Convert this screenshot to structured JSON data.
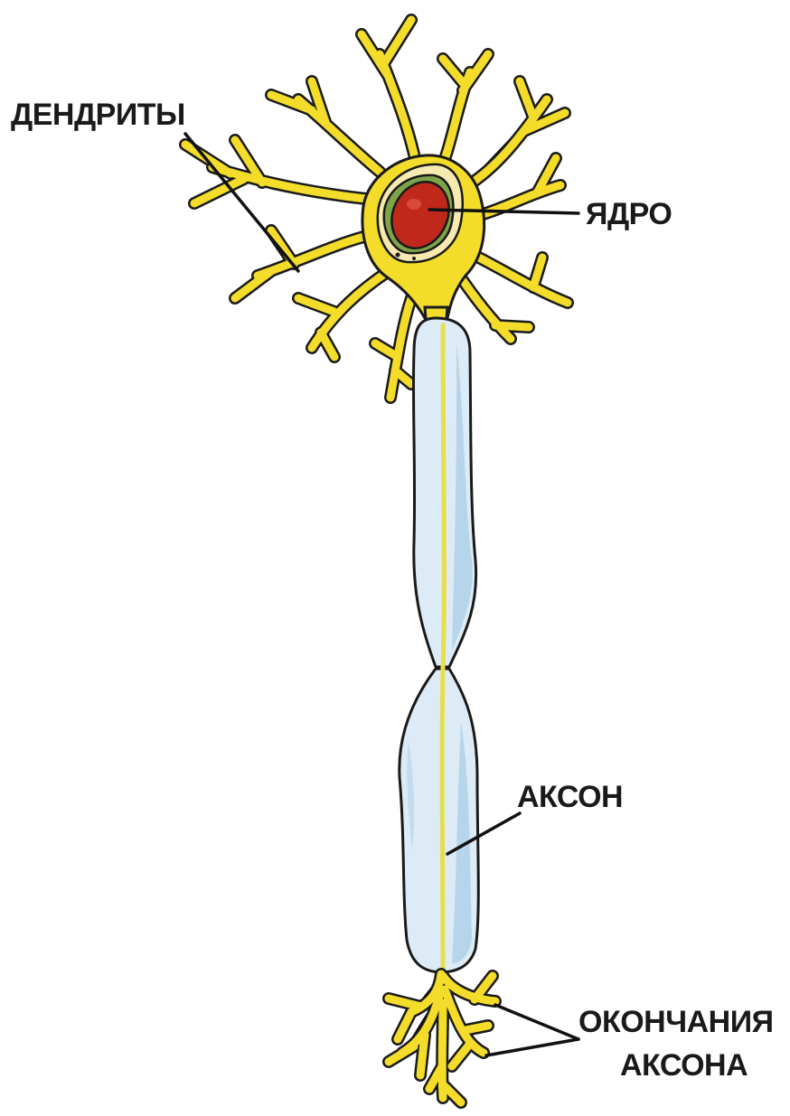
{
  "labels": {
    "dendrites": "ДЕНДРИТЫ",
    "nucleus": "ЯДРО",
    "axon": "АКСОН",
    "axon_terminals_line1": "ОКОНЧАНИЯ",
    "axon_terminals_line2": "АКСОНА"
  },
  "colors": {
    "cell_body": "#f3dc2a",
    "cell_body_light": "#f8ec7a",
    "nucleus": "#c0281c",
    "nucleus_ring": "#7ea44a",
    "myelin": "#dcebf6",
    "myelin_shade": "#a9cce6",
    "axon_core": "#e6df4a",
    "outline": "#1a1a1a"
  }
}
